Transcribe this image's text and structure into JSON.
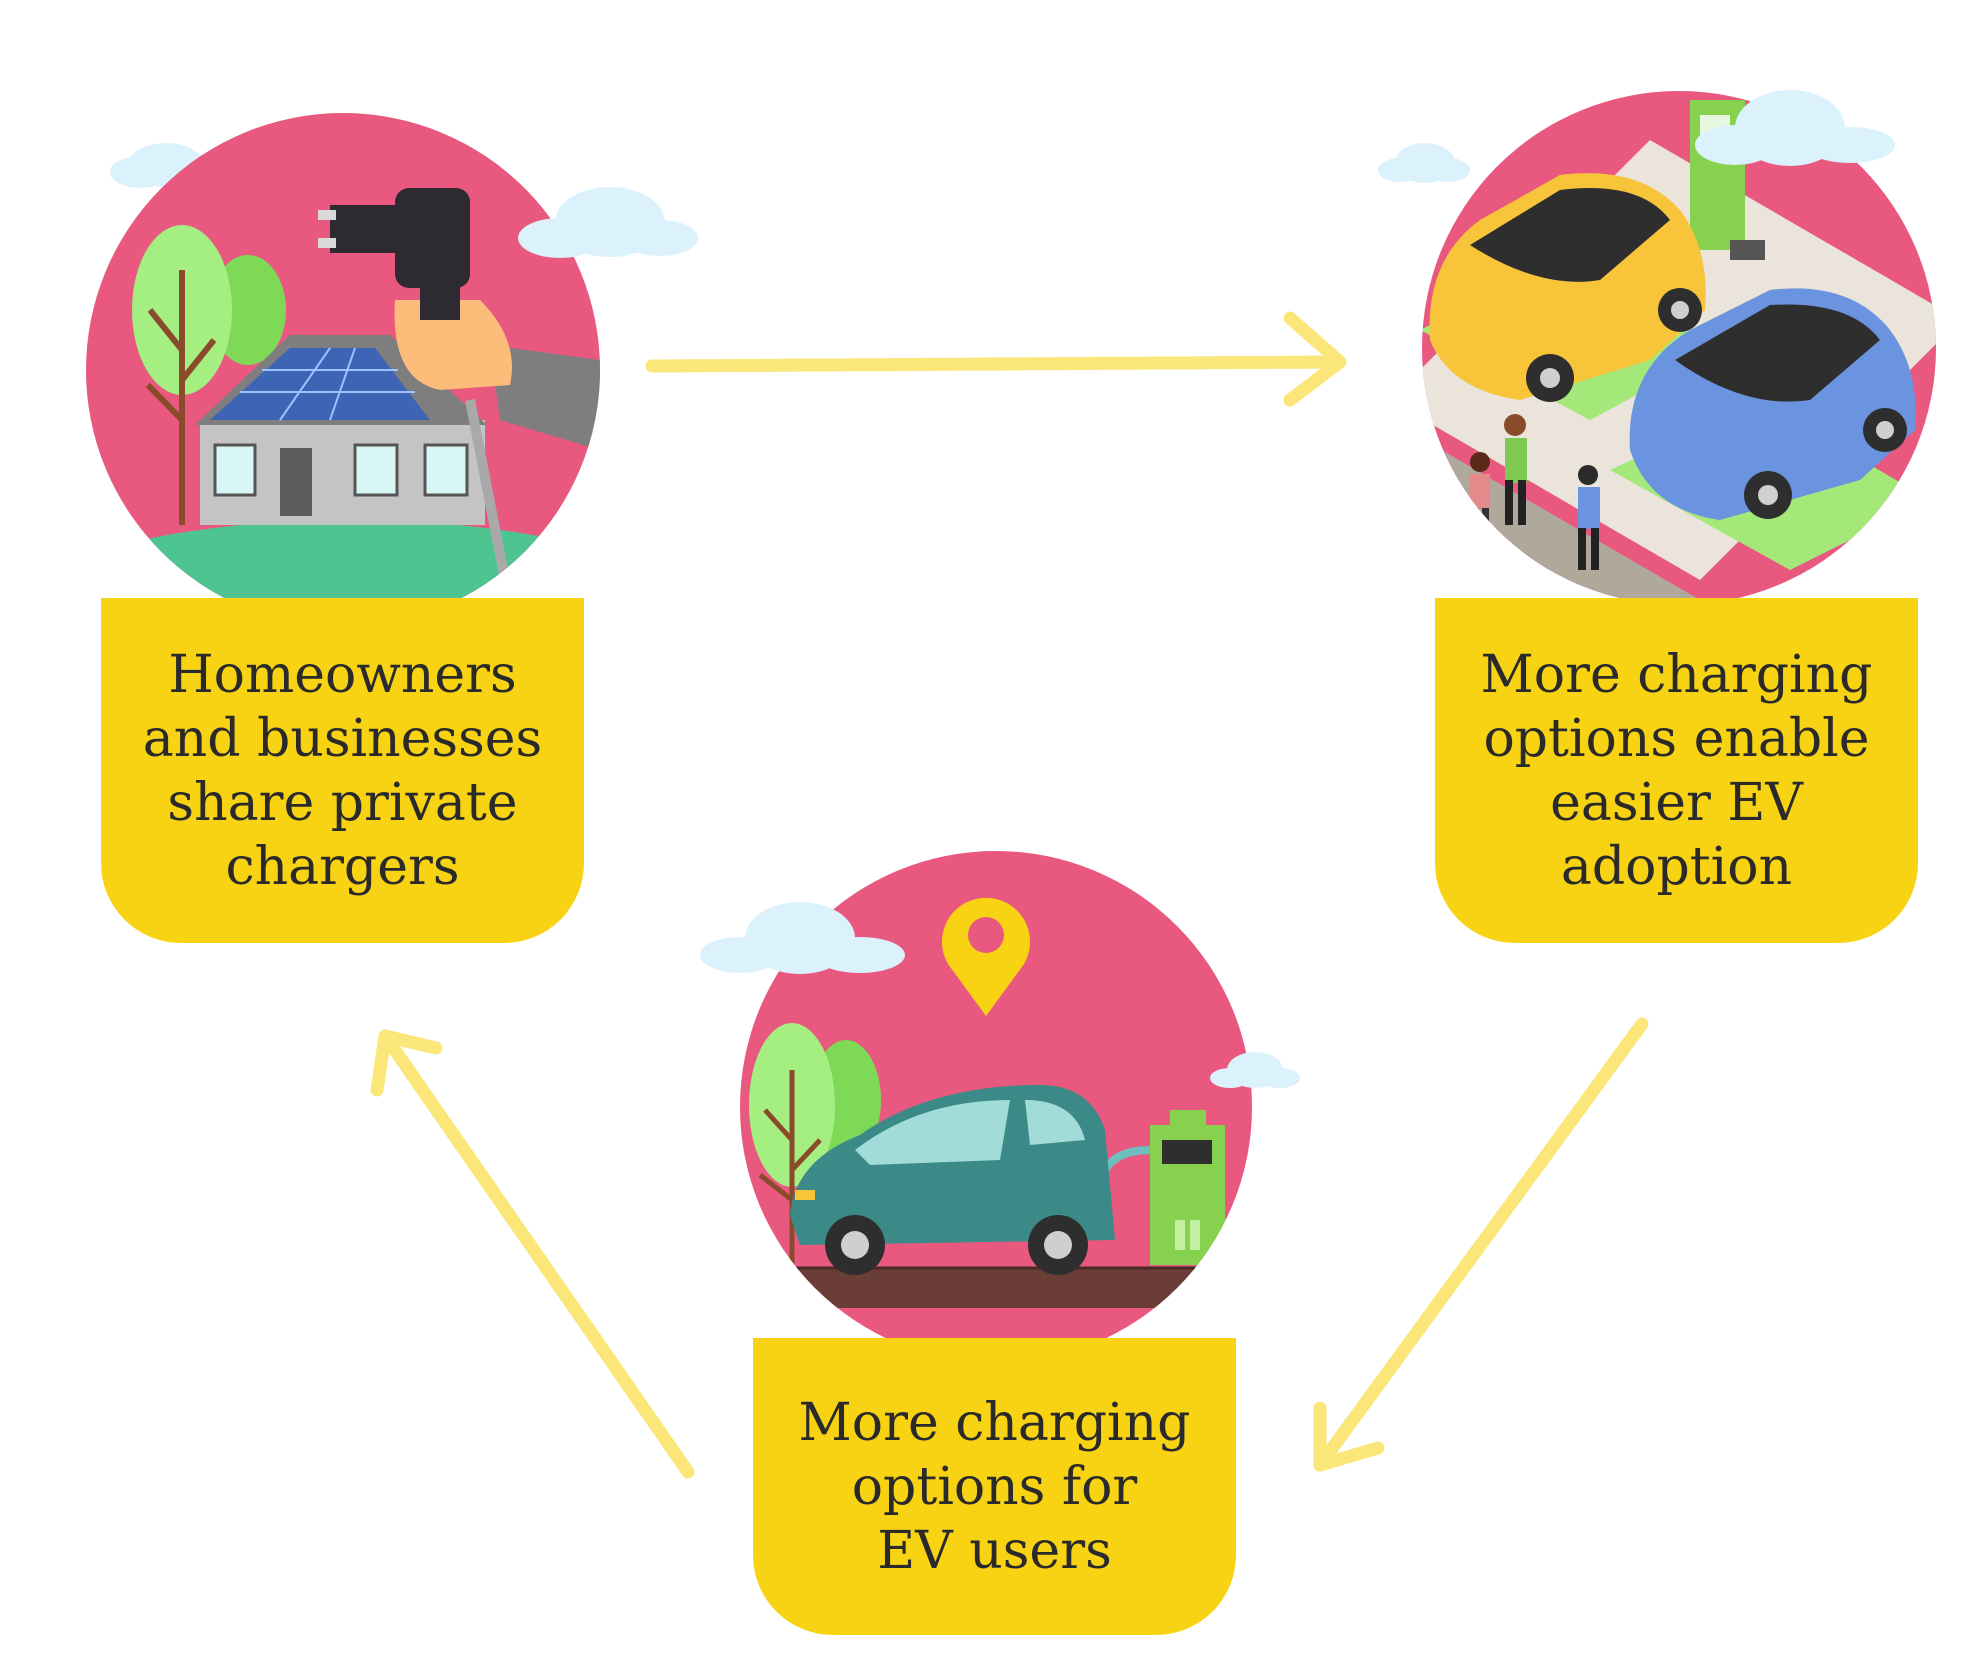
{
  "colors": {
    "circle_bg": "#e8587f",
    "label_bg": "#f8d313",
    "arrow": "#fbe679",
    "text": "#2a2a2a",
    "cloud": "#dbf1fb"
  },
  "steps": [
    {
      "lines": [
        "Homeowners",
        "and businesses",
        "share private",
        "chargers"
      ],
      "illustration": "house-charger-icon"
    },
    {
      "lines": [
        "More charging",
        "options enable",
        "easier EV",
        "adoption"
      ],
      "illustration": "charging-station-cars-icon"
    },
    {
      "lines": [
        "More charging",
        "options for",
        "EV users"
      ],
      "illustration": "ev-charging-location-icon"
    }
  ]
}
